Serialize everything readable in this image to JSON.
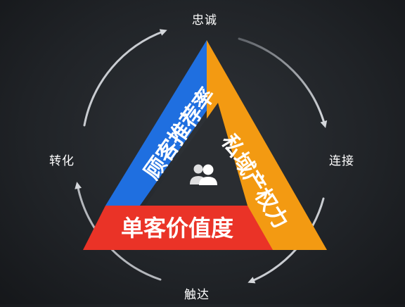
{
  "cycle": {
    "top": "忠诚",
    "right": "连接",
    "bottom": "触达",
    "left": "转化"
  },
  "triangle": {
    "left_label": "顾客推荐率",
    "right_label": "私域产权力",
    "bottom_label": "单客价值度",
    "center_icon": "users-icon"
  },
  "colors": {
    "blue": "#1f6fe0",
    "orange": "#f39a12",
    "red": "#ea3327",
    "arrow": "#c9ccd1"
  }
}
